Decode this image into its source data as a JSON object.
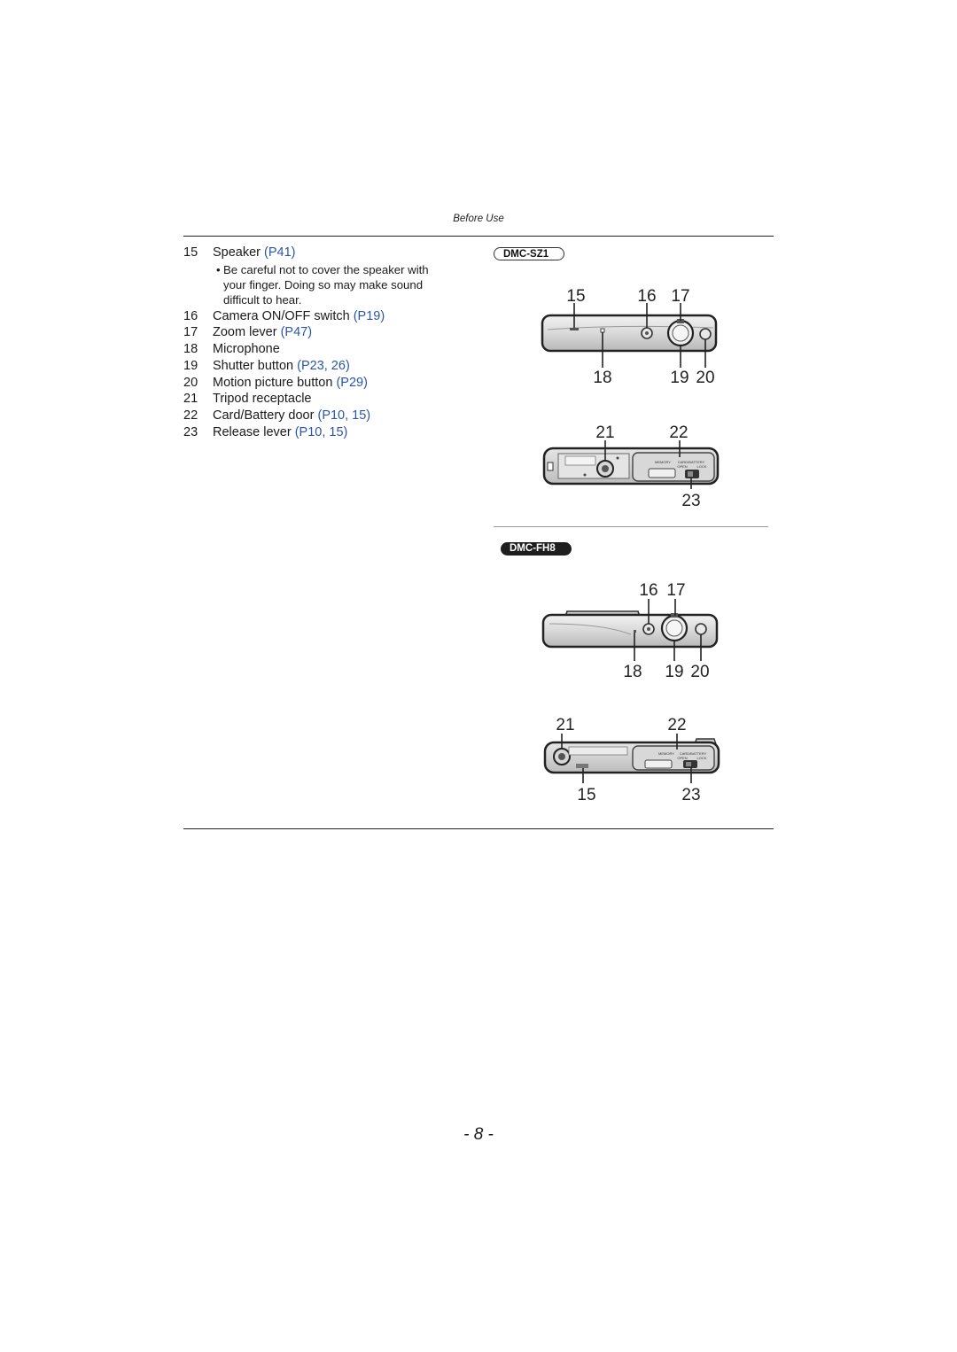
{
  "header": {
    "section": "Before Use"
  },
  "parts": [
    {
      "num": "15",
      "label": "Speaker",
      "refs": "(P41)",
      "tail": ""
    },
    {
      "num": "16",
      "label": "Camera ON/OFF switch",
      "refs": "(P19)",
      "tail": ""
    },
    {
      "num": "17",
      "label": "Zoom lever",
      "refs": "(P47)",
      "tail": ""
    },
    {
      "num": "18",
      "label": "Microphone",
      "refs": "",
      "tail": ""
    },
    {
      "num": "19",
      "label": "Shutter button",
      "refs": "(P23, 26)",
      "tail": ""
    },
    {
      "num": "20",
      "label": "Motion picture button",
      "refs": "(P29)",
      "tail": ""
    },
    {
      "num": "21",
      "label": "Tripod receptacle",
      "refs": "",
      "tail": ""
    },
    {
      "num": "22",
      "label": "Card/Battery door",
      "refs": "(P10, 15)",
      "tail": ""
    },
    {
      "num": "23",
      "label": "Release lever",
      "refs": "(P10, 15)",
      "tail": ""
    }
  ],
  "speaker_note": {
    "bullet": "•",
    "lines": [
      "Be careful not to cover the speaker with",
      "your finger. Doing so may make sound",
      "difficult to hear."
    ]
  },
  "models": {
    "sz1": "DMC-SZ1",
    "fh8": "DMC-FH8"
  },
  "callouts": {
    "sz1_top": [
      "15",
      "16",
      "17",
      "18",
      "19",
      "20"
    ],
    "sz1_bottom": [
      "21",
      "22",
      "23"
    ],
    "fh8_top": [
      "16",
      "17",
      "18",
      "19",
      "20"
    ],
    "fh8_bottom": [
      "21",
      "22",
      "15",
      "23"
    ]
  },
  "door_marking": {
    "memory": "MEMORY",
    "card_battery": "CARD/BATTERY",
    "open": "OPEN",
    "lock": "LOCK"
  },
  "page_number": "- 8 -"
}
